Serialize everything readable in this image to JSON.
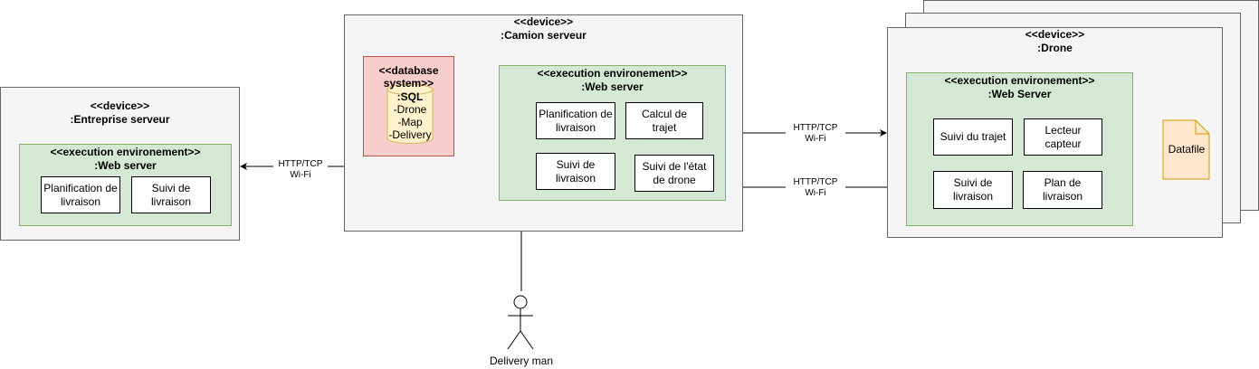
{
  "enterprise": {
    "stereotype": "<<device>>",
    "name": ":Entreprise serveur",
    "env_stereotype": "<<execution environement>>",
    "env_name": ":Web server",
    "components": [
      "Planification de livraison",
      "Suivi de livraison"
    ]
  },
  "truck": {
    "stereotype": "<<device>>",
    "name": ":Camion serveur",
    "db_stereotype": "<<database system>>",
    "db_contents": [
      ":SQL",
      "-Drone",
      "-Map",
      "-Delivery"
    ],
    "env_stereotype": "<<execution environement>>",
    "env_name": ":Web server",
    "components": [
      "Planification de livraison",
      "Calcul de trajet",
      "Suivi de livraison",
      "Suivi de l'état de drone"
    ]
  },
  "drone": {
    "stereotype": "<<device>>",
    "name": ":Drone",
    "env_stereotype": "<<execution environement>>",
    "env_name": ":Web Server",
    "components": [
      "Suivi du trajet",
      "Lecteur capteur",
      "Suivi de livraison",
      "Plan de livraison"
    ],
    "datafile": "Datafile"
  },
  "links": {
    "left": [
      "HTTP/TCP",
      "Wi-Fi"
    ],
    "right_top": [
      "HTTP/TCP",
      "Wi-Fi"
    ],
    "right_bottom": [
      "HTTP/TCP",
      "Wi-Fi"
    ]
  },
  "actor": {
    "name": "Delivery man"
  }
}
